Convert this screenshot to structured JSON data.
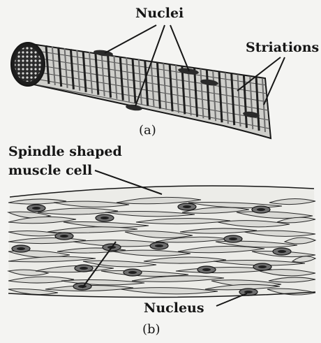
{
  "panel_a": {
    "label_nuclei": "Nuclei",
    "label_striations": "Striations",
    "caption": "(a)"
  },
  "panel_b": {
    "label_spindle_line1": "Spindle shaped",
    "label_spindle_line2": "muscle cell",
    "label_nucleus": "Nucleus",
    "caption": "(b)"
  },
  "colors": {
    "ink": "#161616",
    "background": "#f4f4f2",
    "nucleus_fill": "#2a2a2a",
    "fiber_fill": "#cfcfcb"
  }
}
